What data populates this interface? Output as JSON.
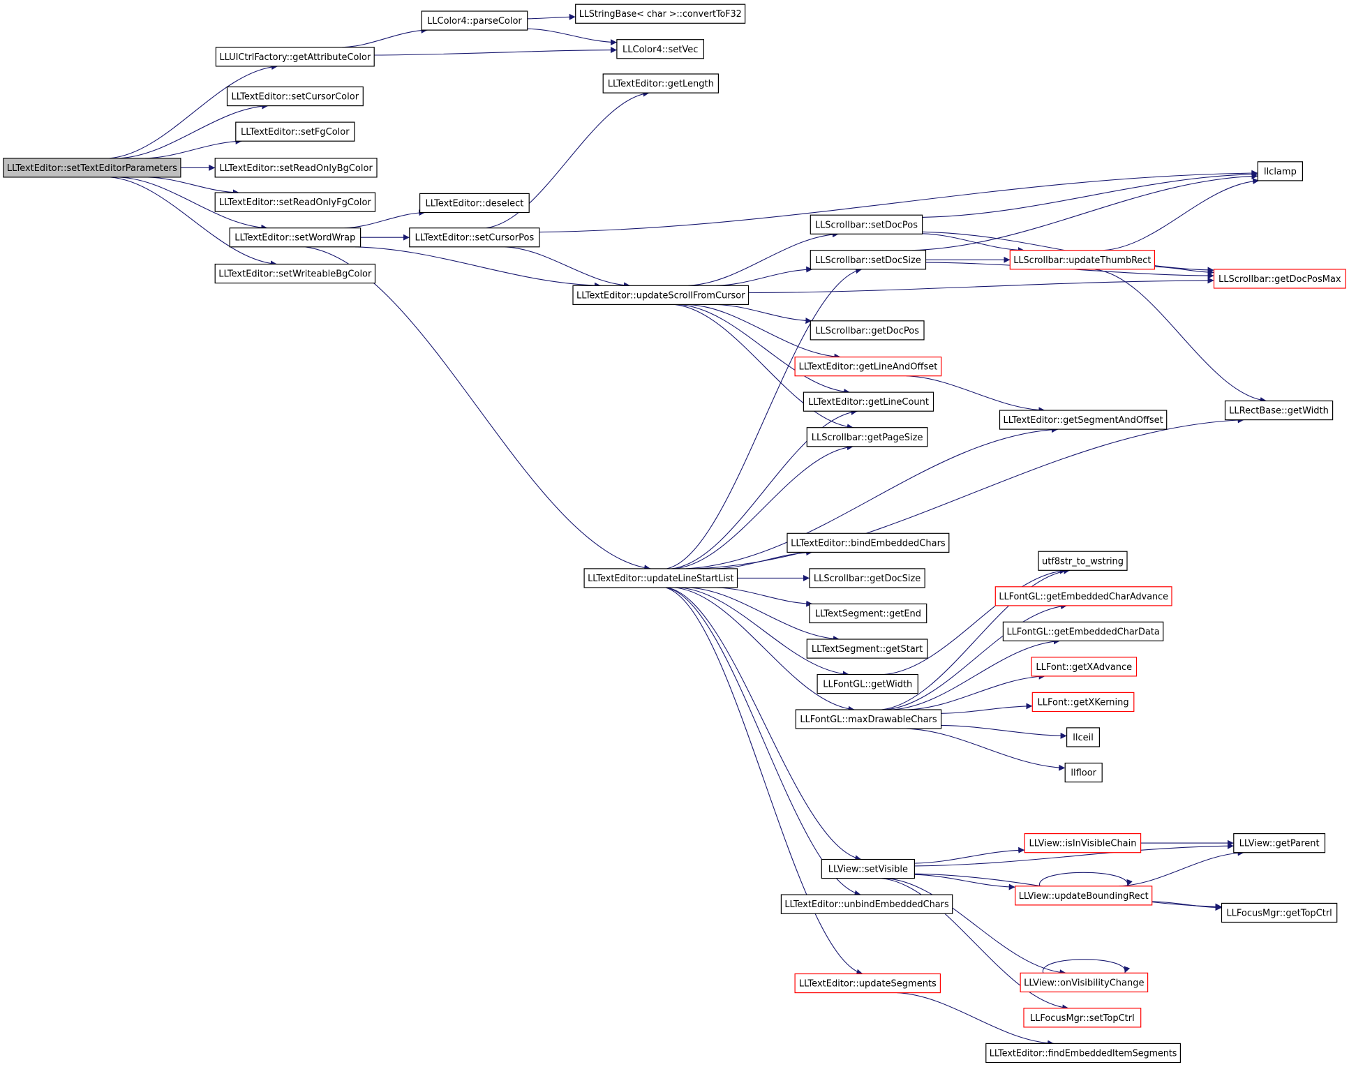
{
  "colors": {
    "edge": "#191970",
    "truncated_border": "#ff0000",
    "focus_fill": "#bfbfbf",
    "border": "#000000"
  },
  "nodes": [
    {
      "id": "setTextEditorParameters",
      "label": "LLTextEditor::setTextEditorParameters",
      "focus": true
    },
    {
      "id": "getAttributeColor",
      "label": "LLUICtrlFactory::getAttributeColor"
    },
    {
      "id": "parseColor",
      "label": "LLColor4::parseColor"
    },
    {
      "id": "convertToF32",
      "label": "LLStringBase< char >::convertToF32"
    },
    {
      "id": "setVec",
      "label": "LLColor4::setVec"
    },
    {
      "id": "setCursorColor",
      "label": "LLTextEditor::setCursorColor"
    },
    {
      "id": "setFgColor",
      "label": "LLTextEditor::setFgColor"
    },
    {
      "id": "setReadOnlyBgColor",
      "label": "LLTextEditor::setReadOnlyBgColor"
    },
    {
      "id": "setReadOnlyFgColor",
      "label": "LLTextEditor::setReadOnlyFgColor"
    },
    {
      "id": "setWordWrap",
      "label": "LLTextEditor::setWordWrap"
    },
    {
      "id": "setWriteableBgColor",
      "label": "LLTextEditor::setWriteableBgColor"
    },
    {
      "id": "getLength",
      "label": "LLTextEditor::getLength"
    },
    {
      "id": "deselect",
      "label": "LLTextEditor::deselect"
    },
    {
      "id": "setCursorPos",
      "label": "LLTextEditor::setCursorPos"
    },
    {
      "id": "llclamp",
      "label": "llclamp"
    },
    {
      "id": "setDocPos",
      "label": "LLScrollbar::setDocPos"
    },
    {
      "id": "setDocSize",
      "label": "LLScrollbar::setDocSize"
    },
    {
      "id": "updateThumbRect",
      "label": "LLScrollbar::updateThumbRect",
      "truncated": true
    },
    {
      "id": "getDocPosMax",
      "label": "LLScrollbar::getDocPosMax",
      "truncated": true
    },
    {
      "id": "updateScrollFromCursor",
      "label": "LLTextEditor::updateScrollFromCursor"
    },
    {
      "id": "getDocPos",
      "label": "LLScrollbar::getDocPos"
    },
    {
      "id": "getLineAndOffset",
      "label": "LLTextEditor::getLineAndOffset",
      "truncated": true
    },
    {
      "id": "getLineCount",
      "label": "LLTextEditor::getLineCount"
    },
    {
      "id": "getPageSize",
      "label": "LLScrollbar::getPageSize"
    },
    {
      "id": "getSegmentAndOffset",
      "label": "LLTextEditor::getSegmentAndOffset"
    },
    {
      "id": "rectGetWidth",
      "label": "LLRectBase::getWidth"
    },
    {
      "id": "bindEmbeddedChars",
      "label": "LLTextEditor::bindEmbeddedChars"
    },
    {
      "id": "updateLineStartList",
      "label": "LLTextEditor::updateLineStartList"
    },
    {
      "id": "getDocSize",
      "label": "LLScrollbar::getDocSize"
    },
    {
      "id": "getEnd",
      "label": "LLTextSegment::getEnd"
    },
    {
      "id": "getStart",
      "label": "LLTextSegment::getStart"
    },
    {
      "id": "fontGetWidth",
      "label": "LLFontGL::getWidth"
    },
    {
      "id": "maxDrawableChars",
      "label": "LLFontGL::maxDrawableChars"
    },
    {
      "id": "utf8str",
      "label": "utf8str_to_wstring"
    },
    {
      "id": "getEmbeddedCharAdvance",
      "label": "LLFontGL::getEmbeddedCharAdvance",
      "truncated": true
    },
    {
      "id": "getEmbeddedCharData",
      "label": "LLFontGL::getEmbeddedCharData"
    },
    {
      "id": "getXAdvance",
      "label": "LLFont::getXAdvance",
      "truncated": true
    },
    {
      "id": "getXKerning",
      "label": "LLFont::getXKerning",
      "truncated": true
    },
    {
      "id": "llceil",
      "label": "llceil"
    },
    {
      "id": "llfloor",
      "label": "llfloor"
    },
    {
      "id": "setVisible",
      "label": "LLView::setVisible"
    },
    {
      "id": "isInVisibleChain",
      "label": "LLView::isInVisibleChain",
      "truncated": true
    },
    {
      "id": "getParent",
      "label": "LLView::getParent"
    },
    {
      "id": "updateBoundingRect",
      "label": "LLView::updateBoundingRect",
      "truncated": true
    },
    {
      "id": "getTopCtrl",
      "label": "LLFocusMgr::getTopCtrl"
    },
    {
      "id": "unbindEmbeddedChars",
      "label": "LLTextEditor::unbindEmbeddedChars"
    },
    {
      "id": "onVisibilityChange",
      "label": "LLView::onVisibilityChange",
      "truncated": true
    },
    {
      "id": "setTopCtrl",
      "label": "LLFocusMgr::setTopCtrl",
      "truncated": true
    },
    {
      "id": "updateSegments",
      "label": "LLTextEditor::updateSegments",
      "truncated": true
    },
    {
      "id": "findEmbeddedItemSegments",
      "label": "LLTextEditor::findEmbeddedItemSegments"
    }
  ],
  "edges": [
    [
      "setTextEditorParameters",
      "getAttributeColor"
    ],
    [
      "setTextEditorParameters",
      "setCursorColor"
    ],
    [
      "setTextEditorParameters",
      "setFgColor"
    ],
    [
      "setTextEditorParameters",
      "setReadOnlyBgColor"
    ],
    [
      "setTextEditorParameters",
      "setReadOnlyFgColor"
    ],
    [
      "setTextEditorParameters",
      "setWordWrap"
    ],
    [
      "setTextEditorParameters",
      "setWriteableBgColor"
    ],
    [
      "getAttributeColor",
      "parseColor"
    ],
    [
      "getAttributeColor",
      "setVec"
    ],
    [
      "parseColor",
      "convertToF32"
    ],
    [
      "parseColor",
      "setVec"
    ],
    [
      "setWordWrap",
      "deselect"
    ],
    [
      "setWordWrap",
      "setCursorPos"
    ],
    [
      "setWordWrap",
      "updateScrollFromCursor"
    ],
    [
      "setWordWrap",
      "updateLineStartList"
    ],
    [
      "setCursorPos",
      "getLength"
    ],
    [
      "setCursorPos",
      "llclamp"
    ],
    [
      "setCursorPos",
      "updateScrollFromCursor"
    ],
    [
      "updateScrollFromCursor",
      "setDocPos"
    ],
    [
      "updateScrollFromCursor",
      "setDocSize"
    ],
    [
      "updateScrollFromCursor",
      "getDocPosMax"
    ],
    [
      "updateScrollFromCursor",
      "getDocPos"
    ],
    [
      "updateScrollFromCursor",
      "getLineAndOffset"
    ],
    [
      "updateScrollFromCursor",
      "getLineCount"
    ],
    [
      "updateScrollFromCursor",
      "getPageSize"
    ],
    [
      "setDocPos",
      "llclamp"
    ],
    [
      "setDocPos",
      "updateThumbRect"
    ],
    [
      "setDocPos",
      "getDocPosMax"
    ],
    [
      "setDocSize",
      "llclamp"
    ],
    [
      "setDocSize",
      "updateThumbRect"
    ],
    [
      "setDocSize",
      "getDocPosMax"
    ],
    [
      "updateThumbRect",
      "llclamp"
    ],
    [
      "updateThumbRect",
      "getDocPosMax"
    ],
    [
      "updateThumbRect",
      "rectGetWidth"
    ],
    [
      "getLineAndOffset",
      "getSegmentAndOffset"
    ],
    [
      "updateLineStartList",
      "setDocSize"
    ],
    [
      "updateLineStartList",
      "getLineCount"
    ],
    [
      "updateLineStartList",
      "getPageSize"
    ],
    [
      "updateLineStartList",
      "getSegmentAndOffset"
    ],
    [
      "updateLineStartList",
      "rectGetWidth"
    ],
    [
      "updateLineStartList",
      "bindEmbeddedChars"
    ],
    [
      "updateLineStartList",
      "getDocSize"
    ],
    [
      "updateLineStartList",
      "getEnd"
    ],
    [
      "updateLineStartList",
      "getStart"
    ],
    [
      "updateLineStartList",
      "fontGetWidth"
    ],
    [
      "updateLineStartList",
      "maxDrawableChars"
    ],
    [
      "updateLineStartList",
      "setVisible"
    ],
    [
      "updateLineStartList",
      "unbindEmbeddedChars"
    ],
    [
      "updateLineStartList",
      "updateSegments"
    ],
    [
      "fontGetWidth",
      "utf8str"
    ],
    [
      "maxDrawableChars",
      "utf8str"
    ],
    [
      "maxDrawableChars",
      "getEmbeddedCharAdvance"
    ],
    [
      "maxDrawableChars",
      "getEmbeddedCharData"
    ],
    [
      "maxDrawableChars",
      "getXAdvance"
    ],
    [
      "maxDrawableChars",
      "getXKerning"
    ],
    [
      "maxDrawableChars",
      "llceil"
    ],
    [
      "maxDrawableChars",
      "llfloor"
    ],
    [
      "setVisible",
      "isInVisibleChain"
    ],
    [
      "setVisible",
      "getParent"
    ],
    [
      "setVisible",
      "updateBoundingRect"
    ],
    [
      "setVisible",
      "getTopCtrl"
    ],
    [
      "setVisible",
      "onVisibilityChange"
    ],
    [
      "setVisible",
      "setTopCtrl"
    ],
    [
      "isInVisibleChain",
      "getParent"
    ],
    [
      "updateBoundingRect",
      "getParent"
    ],
    [
      "updateBoundingRect",
      "getTopCtrl"
    ],
    [
      "updateBoundingRect",
      "updateBoundingRect"
    ],
    [
      "onVisibilityChange",
      "onVisibilityChange"
    ],
    [
      "updateSegments",
      "findEmbeddedItemSegments"
    ]
  ]
}
